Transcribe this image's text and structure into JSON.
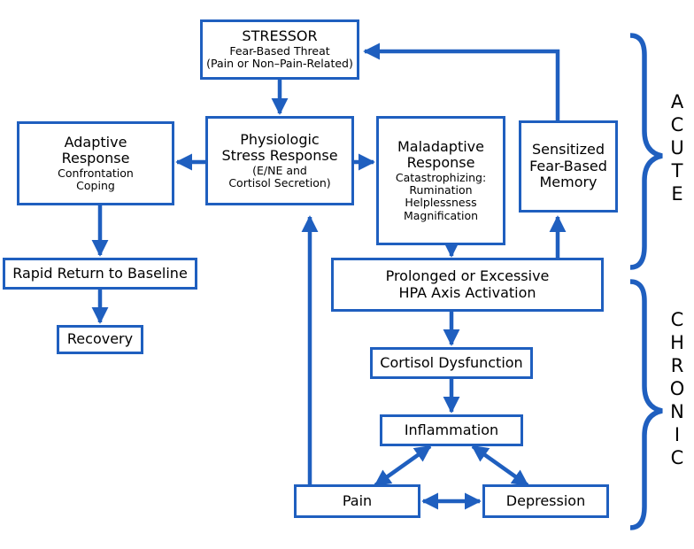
{
  "colors": {
    "stroke": "#1f5fbf",
    "text": "#000000",
    "background": "#ffffff"
  },
  "boxes": {
    "stressor": {
      "title": "STRESSOR",
      "line1": "Fear-Based Threat",
      "line2": "(Pain or Non–Pain-Related)"
    },
    "physiologic": {
      "line1": "Physiologic",
      "line2": "Stress Response",
      "line3": "(E/NE and",
      "line4": "Cortisol Secretion)"
    },
    "adaptive": {
      "line1": "Adaptive",
      "line2": "Response",
      "line3": "Confrontation",
      "line4": "Coping"
    },
    "maladaptive": {
      "line1": "Maladaptive",
      "line2": "Response",
      "line3": "Catastrophizing:",
      "line4": "Rumination",
      "line5": "Helplessness",
      "line6": "Magnification"
    },
    "sensitized": {
      "line1": "Sensitized",
      "line2": "Fear-Based",
      "line3": "Memory"
    },
    "rapid_return": {
      "label": "Rapid Return to Baseline"
    },
    "recovery": {
      "label": "Recovery"
    },
    "hpa": {
      "line1": "Prolonged or Excessive",
      "line2": "HPA Axis Activation"
    },
    "cortisol": {
      "label": "Cortisol Dysfunction"
    },
    "inflammation": {
      "label": "Inflammation"
    },
    "pain": {
      "label": "Pain"
    },
    "depression": {
      "label": "Depression"
    }
  },
  "side_labels": {
    "acute": "ACUTE",
    "chronic": "CHRONIC"
  }
}
